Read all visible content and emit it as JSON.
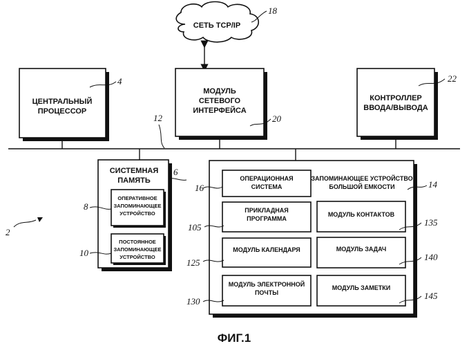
{
  "network": {
    "label": "СЕТЬ TCP/IP",
    "ref": "18"
  },
  "cpu": {
    "line1": "ЦЕНТРАЛЬНЫЙ",
    "line2": "ПРОЦЕССОР",
    "ref": "4"
  },
  "nic": {
    "line1": "МОДУЛЬ",
    "line2": "СЕТЕВОГО",
    "line3": "ИНТЕРФЕЙСА",
    "ref": "20"
  },
  "io": {
    "line1": "КОНТРОЛЛЕР",
    "line2": "ВВОДА/ВЫВОДА",
    "ref": "22"
  },
  "bus": {
    "ref": "12"
  },
  "memory": {
    "line1": "СИСТЕМНАЯ",
    "line2": "ПАМЯТЬ",
    "ref": "6",
    "ram": {
      "line1": "ОПЕРАТИВНОЕ",
      "line2": "ЗАПОМИНАЮЩЕЕ",
      "line3": "УСТРОЙСТВО",
      "ref": "8"
    },
    "rom": {
      "line1": "ПОСТОЯННОЕ",
      "line2": "ЗАПОМИНАЮЩЕЕ",
      "line3": "УСТРОЙСТВО",
      "ref": "10"
    }
  },
  "storage": {
    "line1": "ЗАПОМИНАЮЩЕЕ УСТРОЙСТВО",
    "line2": "БОЛЬШОЙ ЕМКОСТИ",
    "ref": "14",
    "os": {
      "line1": "ОПЕРАЦИОННАЯ",
      "line2": "СИСТЕМА",
      "ref": "16"
    },
    "app": {
      "line1": "ПРИКЛАДНАЯ",
      "line2": "ПРОГРАММА",
      "ref": "105"
    },
    "calendar": {
      "line1": "МОДУЛЬ КАЛЕНДАРЯ",
      "ref": "125"
    },
    "email": {
      "line1": "МОДУЛЬ ЭЛЕКТРОННОЙ",
      "line2": "ПОЧТЫ",
      "ref": "130"
    },
    "contacts": {
      "line1": "МОДУЛЬ КОНТАКТОВ",
      "ref": "135"
    },
    "tasks": {
      "line1": "МОДУЛЬ ЗАДАЧ",
      "ref": "140"
    },
    "notes": {
      "line1": "МОДУЛЬ ЗАМЕТКИ",
      "ref": "145"
    }
  },
  "system": {
    "ref": "2"
  },
  "figure": {
    "caption": "ФИГ.1"
  }
}
